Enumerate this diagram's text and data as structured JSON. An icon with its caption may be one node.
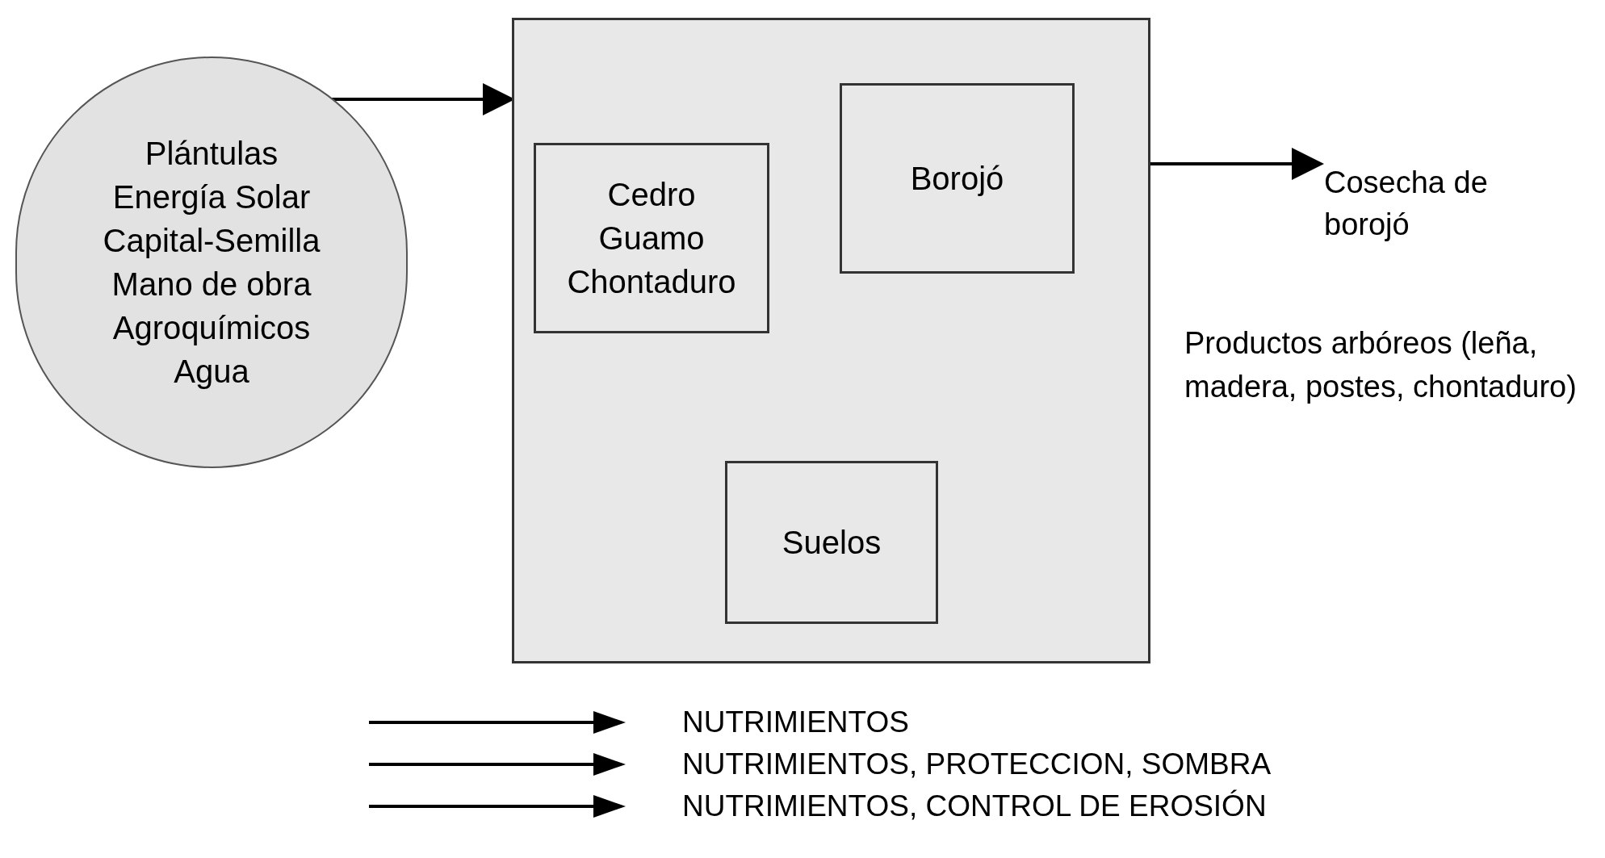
{
  "diagram": {
    "nodes": [
      {
        "text": [
          "Plántulas",
          "Energía Solar",
          "Capital-Semilla",
          "Mano de obra",
          "Agroquímicos",
          "Agua"
        ]
      },
      {
        "text": [],
        "shape": "box"
      },
      {
        "text": [
          "Cedro",
          "Guamo",
          "Chontaduro"
        ],
        "in": 1
      },
      {
        "text": [
          "Borojó"
        ],
        "in": 1
      },
      {
        "text": [
          "Suelos"
        ],
        "in": 1
      },
      {
        "text": [
          "Cosecha de borojó"
        ]
      }
    ],
    "edges": [
      {
        "from": 0,
        "to": 1,
        "arrow": "to"
      },
      {
        "from": 1,
        "to": 5,
        "arrow": "to"
      }
    ],
    "labels": [
      "Productos arbóreos (leña, madera, postes, chontaduro)"
    ],
    "legend": [
      {
        "text": "NUTRIMIENTOS"
      },
      {
        "text": "NUTRIMIENTOS, PROTECCION, SOMBRA"
      },
      {
        "text": "NUTRIMIENTOS, CONTROL DE EROSIÓN"
      }
    ]
  }
}
